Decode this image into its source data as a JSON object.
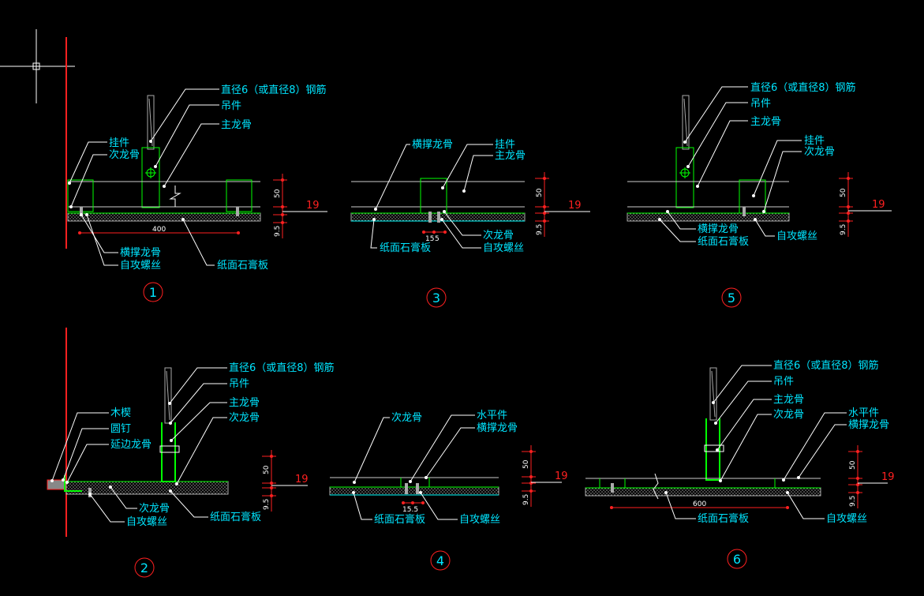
{
  "colors": {
    "background": "#000000",
    "label": "#00E5FF",
    "green": "#00FF00",
    "red": "#FF2020",
    "white": "#FFFFFF",
    "grey": "#A0A0A0",
    "board_fill": "#7A7A7A"
  },
  "labels": {
    "rebar": "直径6（或直径8）钢筋",
    "hanger": "吊件",
    "main_keel": "主龙骨",
    "clip": "挂件",
    "sub_keel": "次龙骨",
    "brace_keel": "横撑龙骨",
    "screw": "自攻螺丝",
    "gypsum": "纸面石膏板",
    "wood_block": "木楔",
    "nail": "圆钉",
    "edge_keel": "延边龙骨",
    "level_piece": "水平件"
  },
  "dims": {
    "d50": "50",
    "d9_5": "9.5",
    "d19": "19",
    "d400": "400",
    "d600": "600",
    "d15": "15",
    "d15_5": "15.5",
    "d5": "5"
  },
  "details": {
    "n1": "1",
    "n2": "2",
    "n3": "3",
    "n4": "4",
    "n5": "5",
    "n6": "6"
  }
}
